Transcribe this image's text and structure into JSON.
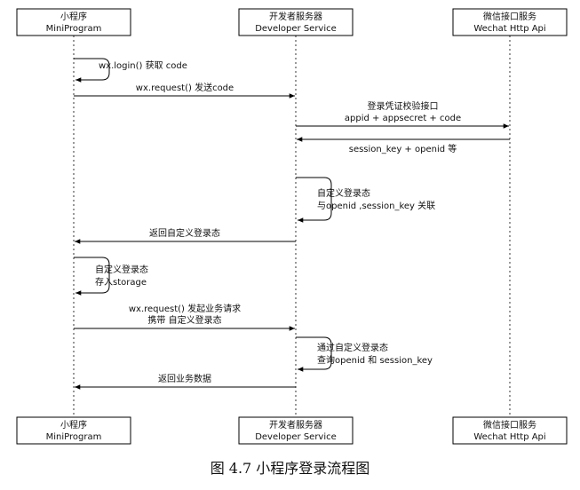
{
  "participants": [
    {
      "cn": "小程序",
      "en": "MiniProgram"
    },
    {
      "cn": "开发者服务器",
      "en": "Developer Service"
    },
    {
      "cn": "微信接口服务",
      "en": "Wechat Http Api"
    }
  ],
  "messages": [
    {
      "from": 0,
      "to": 0,
      "lines": [
        "wx.login() 获取 code"
      ]
    },
    {
      "from": 0,
      "to": 1,
      "lines": [
        "wx.request() 发送code"
      ]
    },
    {
      "from": 1,
      "to": 2,
      "lines": [
        "登录凭证校验接口",
        "appid + appsecret + code"
      ]
    },
    {
      "from": 2,
      "to": 1,
      "lines": [
        "session_key + openid 等"
      ]
    },
    {
      "from": 1,
      "to": 1,
      "lines": [
        "自定义登录态",
        "与openid ,session_key 关联"
      ]
    },
    {
      "from": 1,
      "to": 0,
      "lines": [
        "返回自定义登录态"
      ]
    },
    {
      "from": 0,
      "to": 0,
      "lines": [
        "自定义登录态",
        "存入storage"
      ]
    },
    {
      "from": 0,
      "to": 1,
      "lines": [
        "wx.request() 发起业务请求",
        "携带 自定义登录态"
      ]
    },
    {
      "from": 1,
      "to": 1,
      "lines": [
        "通过自定义登录态",
        "查询openid 和 session_key"
      ]
    },
    {
      "from": 1,
      "to": 0,
      "lines": [
        "返回业务数据"
      ]
    }
  ],
  "caption": "图 4.7 小程序登录流程图"
}
